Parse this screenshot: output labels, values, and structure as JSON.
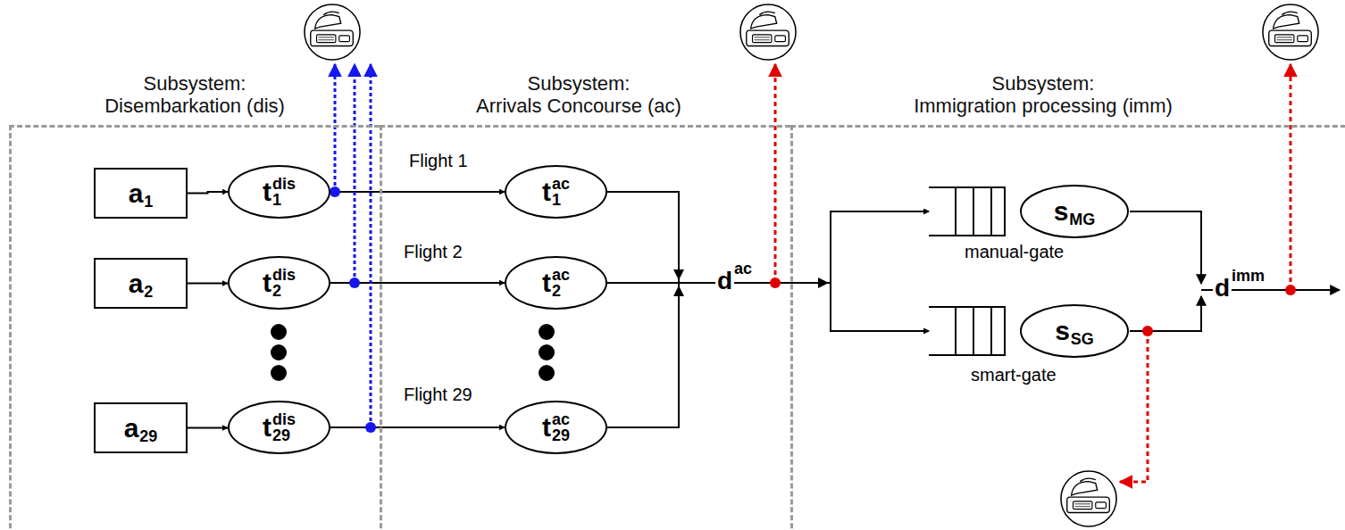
{
  "diagram": {
    "nodes": [
      {
        "text": [
          "Subsystem:",
          "Disembarkation (dis)"
        ]
      },
      {
        "text": [
          "a",
          "1"
        ],
        "in": 0
      },
      {
        "text": [
          "t",
          "1",
          "dis"
        ],
        "in": 0
      },
      {
        "text": [
          "a",
          "2"
        ],
        "in": 0
      },
      {
        "text": [
          "t",
          "2",
          "dis"
        ],
        "in": 0
      },
      {
        "text": [
          "a",
          "29"
        ],
        "in": 0
      },
      {
        "text": [
          "t",
          "29",
          "dis"
        ],
        "in": 0
      },
      {
        "text": [
          "Subsystem:",
          "Arrivals Concourse (ac)"
        ]
      },
      {
        "text": [
          "t",
          "1",
          "ac"
        ],
        "in": 7
      },
      {
        "text": [
          "t",
          "2",
          "ac"
        ],
        "in": 7
      },
      {
        "text": [
          "t",
          "29",
          "ac"
        ],
        "in": 7
      },
      {
        "text": [
          "Subsystem:",
          "Immigration processing (imm)"
        ]
      },
      {
        "text": [
          "s",
          "MG"
        ],
        "in": 11
      },
      {
        "text": [
          "s",
          "SG"
        ],
        "in": 11
      }
    ],
    "edges": [
      {
        "from": 1,
        "to": 2,
        "arrow": "to"
      },
      {
        "from": 3,
        "to": 4,
        "arrow": "to"
      },
      {
        "from": 5,
        "to": 6,
        "arrow": "to"
      },
      {
        "from": 2,
        "to": 8,
        "arrow": "to"
      },
      {
        "from": 4,
        "to": 9,
        "arrow": "to"
      },
      {
        "from": 6,
        "to": 10,
        "arrow": "to"
      },
      {
        "from": 8,
        "to": 12,
        "arrow": "to"
      },
      {
        "from": 8,
        "to": 13,
        "arrow": "to"
      },
      {
        "from": 9,
        "to": 12,
        "arrow": "to"
      },
      {
        "from": 9,
        "to": 13,
        "arrow": "to"
      },
      {
        "from": 10,
        "to": 12,
        "arrow": "to"
      },
      {
        "from": 10,
        "to": 13,
        "arrow": "to"
      }
    ],
    "labels": [
      "Flight 1",
      "Flight 2",
      "Flight 29",
      "d",
      "ac",
      "manual-gate",
      "smart-gate",
      "d",
      "imm"
    ]
  }
}
